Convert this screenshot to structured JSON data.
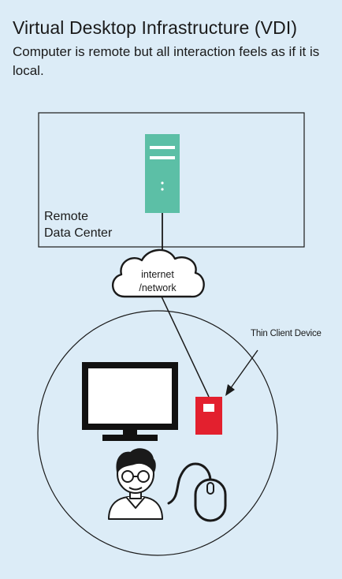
{
  "title": "Virtual Desktop Infrastructure (VDI)",
  "subtitle": "Computer is remote but all interaction feels as if it is local.",
  "data_center": {
    "line1": "Remote",
    "line2": "Data Center"
  },
  "cloud": {
    "line1": "internet",
    "line2": "/network"
  },
  "thin_client_label": "Thin Client Device",
  "colors": {
    "background": "#dcecf7",
    "server": "#5cbfa6",
    "thin_client": "#e3202e",
    "outline": "#1a1a1a"
  },
  "icons": [
    "server-icon",
    "cloud-icon",
    "monitor-icon",
    "thin-client-icon",
    "user-icon",
    "mouse-icon",
    "arrow-icon"
  ]
}
